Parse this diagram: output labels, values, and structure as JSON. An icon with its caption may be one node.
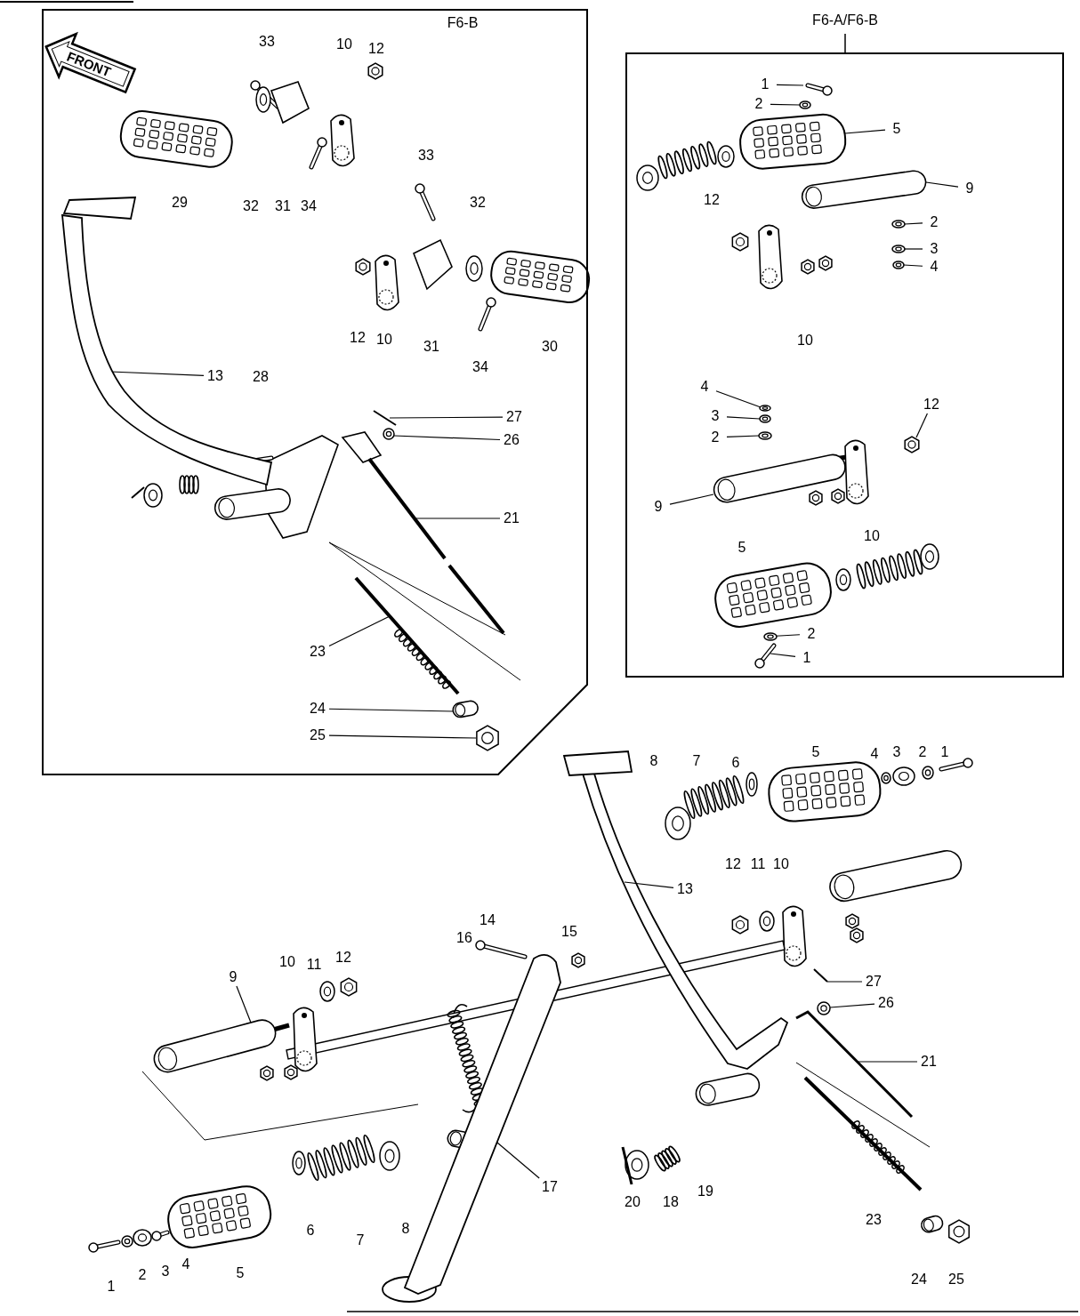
{
  "diagram": {
    "nodes": [
      {
        "text": [
          "F6-B"
        ]
      },
      {
        "text": [
          "F6-A/F6-B"
        ]
      },
      {
        "text": [
          "13"
        ],
        "in": 0
      },
      {
        "text": [
          "27"
        ],
        "in": 0
      },
      {
        "text": [
          "26"
        ],
        "in": 0
      },
      {
        "text": [
          "21"
        ],
        "in": 0
      },
      {
        "text": [
          "23"
        ],
        "in": 0
      },
      {
        "text": [
          "24"
        ],
        "in": 0
      },
      {
        "text": [
          "25"
        ],
        "in": 0
      },
      {
        "text": [
          "1"
        ],
        "in": 1
      },
      {
        "text": [
          "2"
        ],
        "in": 1
      },
      {
        "text": [
          "5"
        ],
        "in": 1
      },
      {
        "text": [
          "9"
        ],
        "in": 1
      },
      {
        "text": [
          "2"
        ],
        "in": 1
      },
      {
        "text": [
          "3"
        ],
        "in": 1
      },
      {
        "text": [
          "4"
        ],
        "in": 1
      },
      {
        "text": [
          "4"
        ],
        "in": 1
      },
      {
        "text": [
          "3"
        ],
        "in": 1
      },
      {
        "text": [
          "2"
        ],
        "in": 1
      },
      {
        "text": [
          "12"
        ],
        "in": 1
      },
      {
        "text": [
          "9"
        ],
        "in": 1
      },
      {
        "text": [
          "2"
        ],
        "in": 1
      },
      {
        "text": [
          "1"
        ],
        "in": 1
      },
      {
        "text": [
          "13"
        ]
      },
      {
        "text": [
          "27"
        ]
      },
      {
        "text": [
          "26"
        ]
      },
      {
        "text": [
          "21"
        ]
      },
      {
        "text": [
          "9"
        ]
      },
      {
        "text": [
          "17"
        ]
      },
      {
        "text": [],
        "shape": "picture",
        "in": 0
      },
      {
        "text": [],
        "shape": "picture",
        "in": 0
      },
      {
        "text": [],
        "shape": "picture",
        "in": 0
      },
      {
        "text": [],
        "shape": "picture",
        "in": 0
      },
      {
        "text": [],
        "shape": "picture",
        "in": 0
      },
      {
        "text": [],
        "shape": "picture",
        "in": 0
      },
      {
        "text": [],
        "shape": "picture",
        "in": 0
      },
      {
        "text": [],
        "shape": "picture",
        "in": 1
      },
      {
        "text": [],
        "shape": "picture",
        "in": 1
      },
      {
        "text": [],
        "shape": "picture",
        "in": 1
      },
      {
        "text": [],
        "shape": "picture",
        "in": 1
      },
      {
        "text": [],
        "shape": "picture",
        "in": 1
      },
      {
        "text": [],
        "shape": "picture",
        "in": 1
      },
      {
        "text": [],
        "shape": "picture",
        "in": 1
      },
      {
        "text": [],
        "shape": "picture",
        "in": 1
      },
      {
        "text": [],
        "shape": "picture",
        "in": 1
      },
      {
        "text": [],
        "shape": "picture",
        "in": 1
      },
      {
        "text": [],
        "shape": "picture",
        "in": 1
      },
      {
        "text": [],
        "shape": "picture",
        "in": 1
      },
      {
        "text": [],
        "shape": "picture",
        "in": 1
      },
      {
        "text": [],
        "shape": "picture",
        "in": 1
      },
      {
        "text": [],
        "shape": "picture"
      },
      {
        "text": [],
        "shape": "picture"
      },
      {
        "text": [],
        "shape": "picture"
      },
      {
        "text": [],
        "shape": "picture"
      },
      {
        "text": [],
        "shape": "picture"
      },
      {
        "text": [],
        "shape": "picture"
      }
    ],
    "edges": [
      {
        "from": 2,
        "to": 29,
        "arrow": "none"
      },
      {
        "from": 3,
        "to": 30,
        "arrow": "none"
      },
      {
        "from": 4,
        "to": 31,
        "arrow": "none"
      },
      {
        "from": 5,
        "to": 32,
        "arrow": "none"
      },
      {
        "from": 6,
        "to": 33,
        "arrow": "none"
      },
      {
        "from": 7,
        "to": 34,
        "arrow": "none"
      },
      {
        "from": 8,
        "to": 35,
        "arrow": "none"
      },
      {
        "from": 9,
        "to": 36,
        "arrow": "none"
      },
      {
        "from": 10,
        "to": 37,
        "arrow": "none"
      },
      {
        "from": 11,
        "to": 38,
        "arrow": "none"
      },
      {
        "from": 12,
        "to": 39,
        "arrow": "none"
      },
      {
        "from": 13,
        "to": 40,
        "arrow": "none"
      },
      {
        "from": 14,
        "to": 41,
        "arrow": "none"
      },
      {
        "from": 15,
        "to": 42,
        "arrow": "none"
      },
      {
        "from": 16,
        "to": 43,
        "arrow": "none"
      },
      {
        "from": 17,
        "to": 44,
        "arrow": "none"
      },
      {
        "from": 18,
        "to": 45,
        "arrow": "none"
      },
      {
        "from": 19,
        "to": 46,
        "arrow": "none"
      },
      {
        "from": 20,
        "to": 47,
        "arrow": "none"
      },
      {
        "from": 21,
        "to": 48,
        "arrow": "none"
      },
      {
        "from": 22,
        "to": 49,
        "arrow": "none"
      },
      {
        "from": 23,
        "to": 50,
        "arrow": "none"
      },
      {
        "from": 24,
        "to": 51,
        "arrow": "none"
      },
      {
        "from": 25,
        "to": 52,
        "arrow": "none"
      },
      {
        "from": 26,
        "to": 53,
        "arrow": "none"
      },
      {
        "from": 27,
        "to": 54,
        "arrow": "none"
      },
      {
        "from": 28,
        "to": 55,
        "arrow": "none"
      }
    ],
    "labels": [
      "FRONT",
      "33",
      "10",
      "12",
      "29",
      "32",
      "31",
      "34",
      "33",
      "32",
      "12",
      "10",
      "31",
      "30",
      "34",
      "28",
      "12",
      "10",
      "10",
      "5",
      "8",
      "7",
      "6",
      "5",
      "4",
      "3",
      "2",
      "1",
      "12",
      "11",
      "10",
      "14",
      "15",
      "16",
      "10",
      "11",
      "12",
      "20",
      "18",
      "19",
      "6",
      "7",
      "8",
      "23",
      "1",
      "2",
      "3",
      "4",
      "5",
      "24",
      "25"
    ]
  }
}
